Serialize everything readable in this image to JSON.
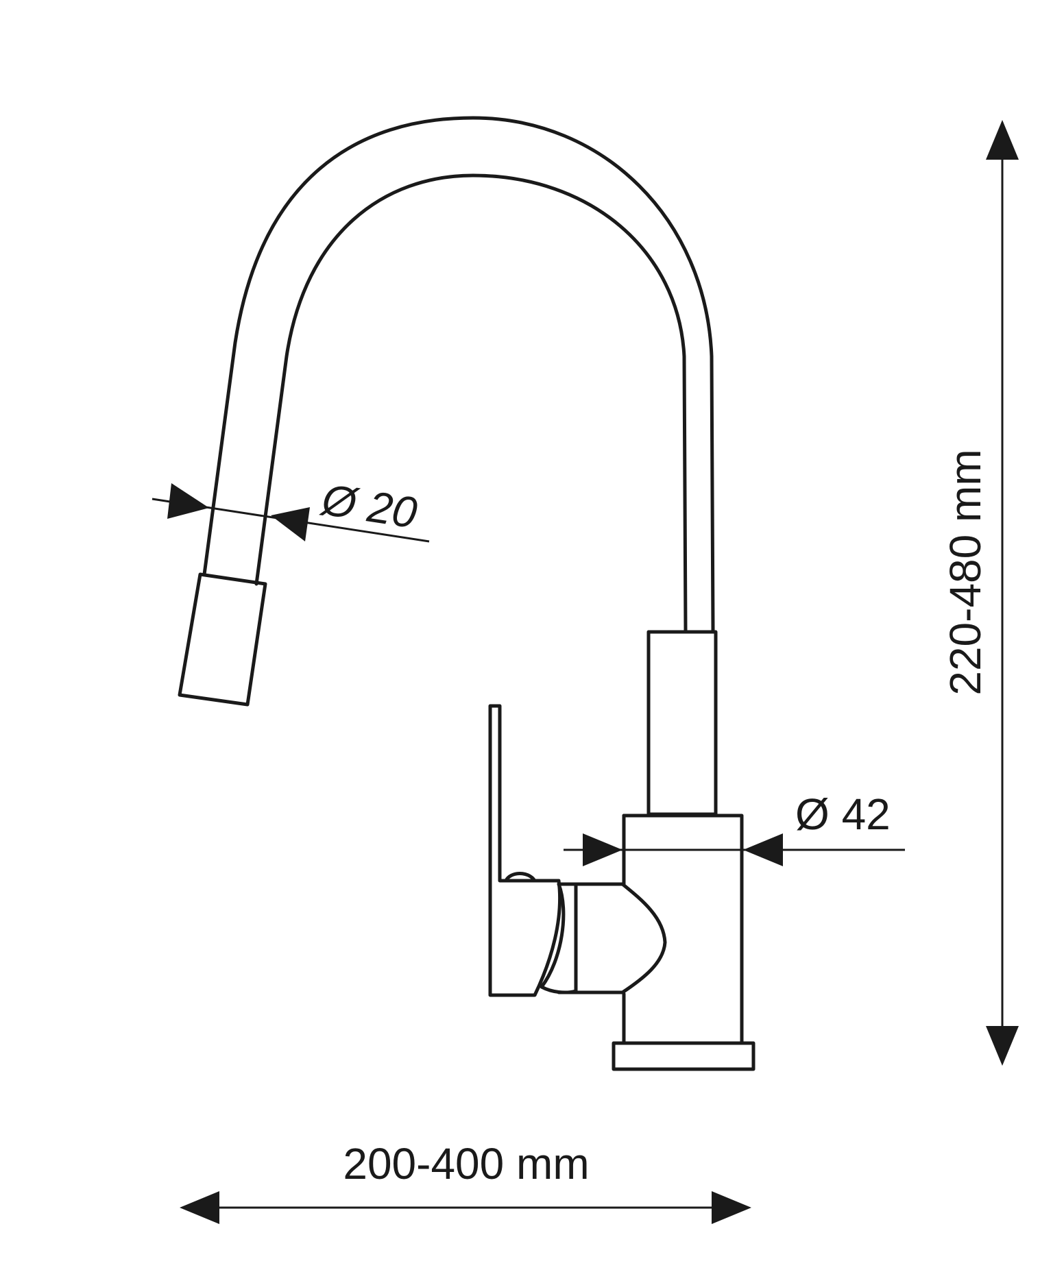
{
  "diagram": {
    "dimensions": {
      "height_range": {
        "label": "220-480 mm"
      },
      "width_range": {
        "label": "200-400 mm"
      },
      "hose_diameter": {
        "label": "Ø 20"
      },
      "body_diameter": {
        "label": "Ø 42"
      }
    }
  }
}
